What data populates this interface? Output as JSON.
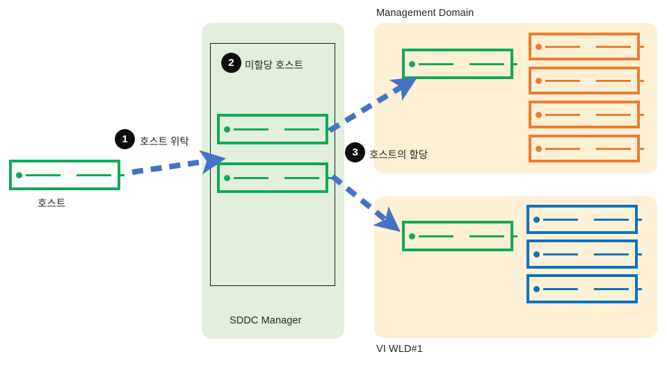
{
  "diagram": {
    "title_icons": "server-rack",
    "colors": {
      "green": "#0FA958",
      "orange": "#ED7D31",
      "blue": "#0C72BE",
      "arrow_blue": "#4472C4",
      "panel_green": "#E2EFDA",
      "panel_cream": "#FDF0D5",
      "text": "#262626",
      "badge": "#0D0D0D"
    }
  },
  "labels": {
    "host": "호스트",
    "sddc_manager": "SDDC Manager",
    "management_domain": "Management Domain",
    "vi_wld": "VI WLD#1"
  },
  "steps": [
    {
      "number": "1",
      "text": "호스트 위탁"
    },
    {
      "number": "2",
      "text": "미할당 호스트"
    },
    {
      "number": "3",
      "text": "호스트의 할당"
    }
  ],
  "servers": {
    "source_host": {
      "color": "green",
      "count": 1
    },
    "unassigned_pool": {
      "color": "green",
      "count": 2
    },
    "management_domain_assigned": {
      "color": "green",
      "count": 1
    },
    "management_domain_existing": {
      "color": "orange",
      "count": 4
    },
    "vi_wld_assigned": {
      "color": "green",
      "count": 1
    },
    "vi_wld_existing": {
      "color": "blue",
      "count": 3
    }
  },
  "arrows": [
    {
      "name": "host-to-sddc",
      "style": "dashed",
      "color": "#4472C4"
    },
    {
      "name": "sddc-to-management-domain",
      "style": "dashed",
      "color": "#4472C4"
    },
    {
      "name": "sddc-to-vi-wld",
      "style": "dashed",
      "color": "#4472C4"
    }
  ]
}
